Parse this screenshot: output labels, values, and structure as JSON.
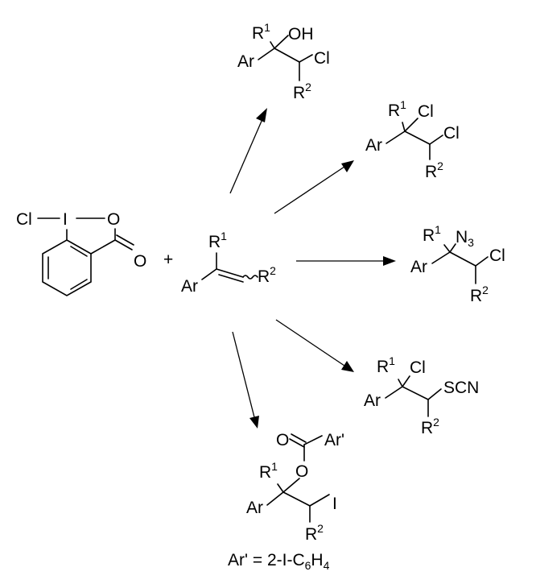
{
  "reagent": {
    "cl": "Cl",
    "iodine": "I",
    "ring_o": "O",
    "carbonyl_o": "O"
  },
  "plus": "+",
  "alkene": {
    "r1": "R",
    "r1_sup": "1",
    "ar": "Ar",
    "r2": "R",
    "r2_sup": "2"
  },
  "products": {
    "chlorohydrin": {
      "r1": "R",
      "r1_sup": "1",
      "oh": "OH",
      "ar": "Ar",
      "cl": "Cl",
      "r2": "R",
      "r2_sup": "2"
    },
    "dichloride": {
      "r1": "R",
      "r1_sup": "1",
      "cl1": "Cl",
      "cl2": "Cl",
      "ar": "Ar",
      "r2": "R",
      "r2_sup": "2"
    },
    "azidochloride": {
      "r1": "R",
      "r1_sup": "1",
      "n3": "N",
      "n3_sub": "3",
      "ar": "Ar",
      "cl": "Cl",
      "r2": "R",
      "r2_sup": "2"
    },
    "chlorothiocyanate": {
      "r1": "R",
      "r1_sup": "1",
      "cl": "Cl",
      "scn": "SCN",
      "ar": "Ar",
      "r2": "R",
      "r2_sup": "2"
    },
    "iodoester": {
      "o_carbonyl": "O",
      "ar_prime": "Ar'",
      "o_ester": "O",
      "r1": "R",
      "r1_sup": "1",
      "ar": "Ar",
      "iodo": "I",
      "r2": "R",
      "r2_sup": "2",
      "note": "Ar' = 2-I-C",
      "note_sub1": "6",
      "note_mid": "H",
      "note_sub2": "4"
    }
  }
}
